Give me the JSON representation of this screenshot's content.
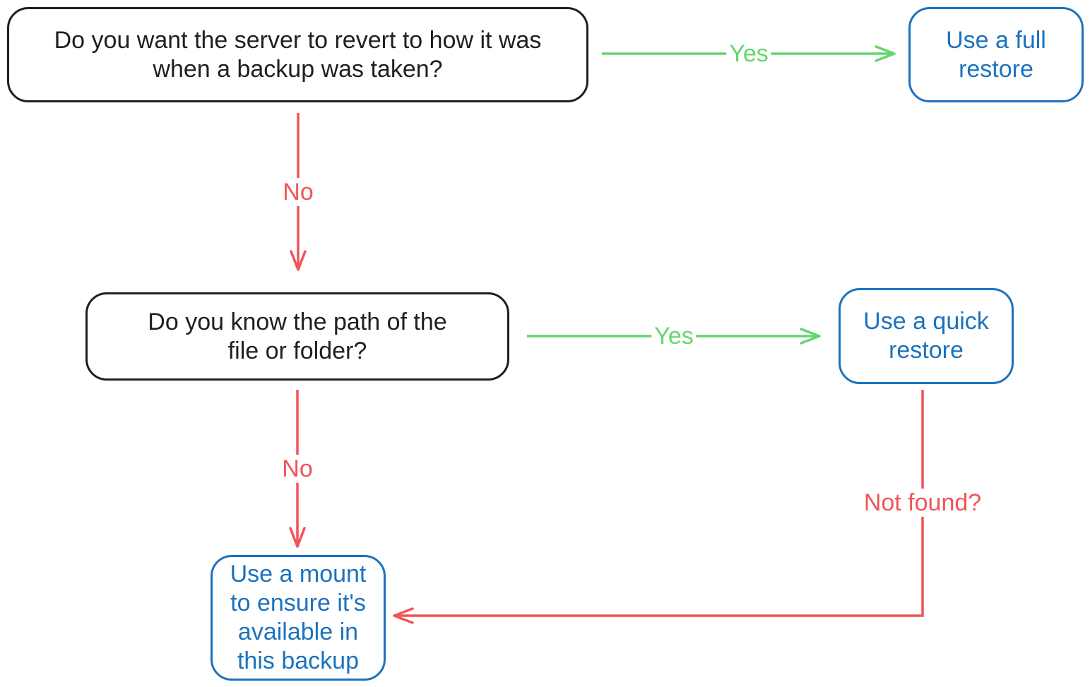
{
  "colors": {
    "question_border": "#1f1f1f",
    "action_border": "#1b72bf",
    "yes": "#67d56f",
    "no": "#f05459"
  },
  "nodes": {
    "q1": {
      "lines": [
        "Do you want the server to revert to how it was",
        "when a backup was taken?"
      ]
    },
    "full_restore": {
      "lines": [
        "Use a full",
        "restore"
      ]
    },
    "q2": {
      "lines": [
        "Do you know the path of the",
        "file or folder?"
      ]
    },
    "quick_restore": {
      "lines": [
        "Use a quick",
        "restore"
      ]
    },
    "mount": {
      "lines": [
        "Use a mount",
        "to ensure it's",
        "available in",
        "this backup"
      ]
    }
  },
  "edges": {
    "q1_yes": "Yes",
    "q1_no": "No",
    "q2_yes": "Yes",
    "q2_no": "No",
    "quick_not_found": "Not found?"
  }
}
